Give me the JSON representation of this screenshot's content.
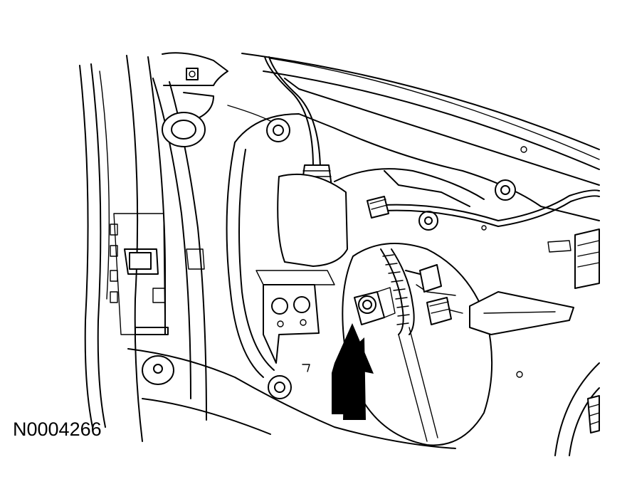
{
  "figure": {
    "id_label": "N0004266"
  },
  "callouts": {
    "arrow_icon": "up-arrow",
    "arrow_target": "window-regulator-bolt"
  }
}
